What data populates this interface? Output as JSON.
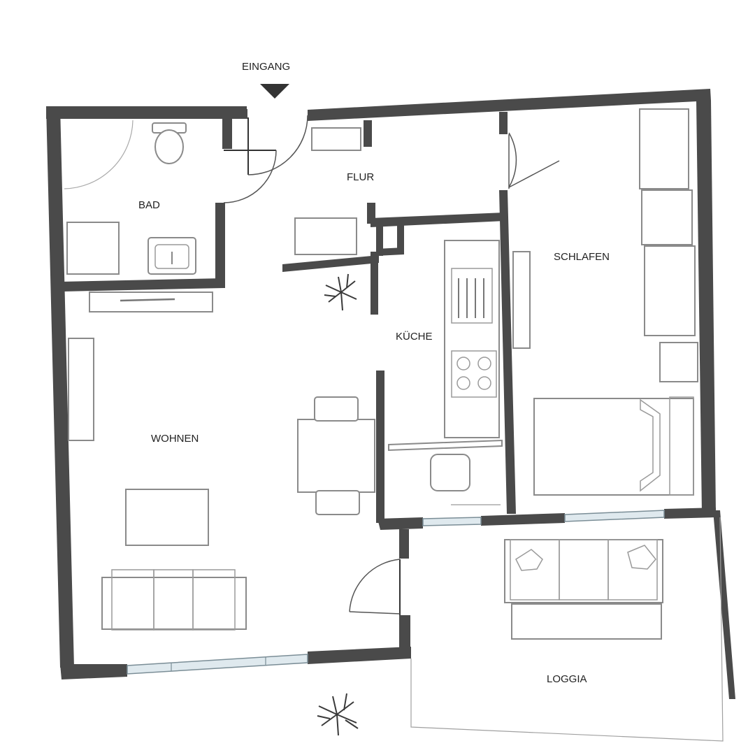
{
  "plan": {
    "entrance_label": "EINGANG",
    "rooms": {
      "bad": "BAD",
      "flur": "FLUR",
      "schlafen": "SCHLAFEN",
      "kueche": "KÜCHE",
      "wohnen": "WOHNEN",
      "loggia": "LOGGIA"
    }
  }
}
